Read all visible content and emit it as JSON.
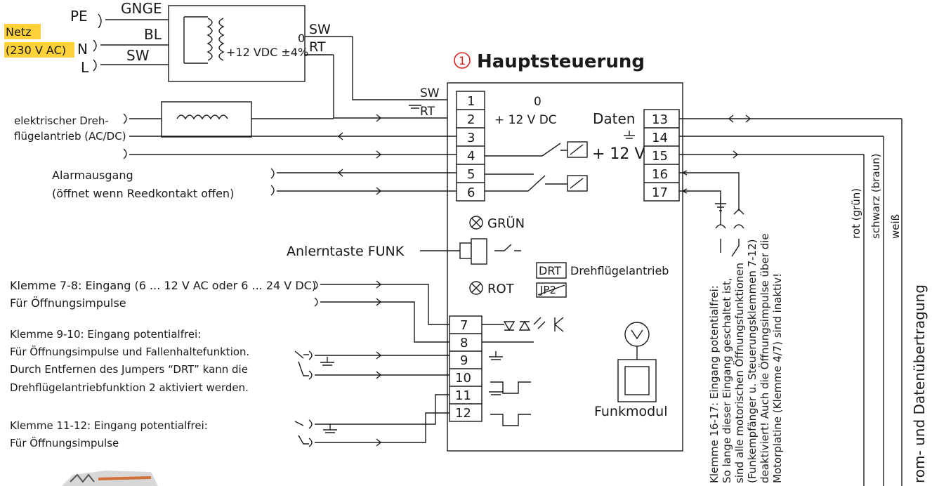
{
  "supply": {
    "pe": "PE",
    "n": "N",
    "l": "L",
    "netz_line1": "Netz",
    "netz_line2": "(230 V AC)",
    "gnge": "GNGE",
    "bl": "BL",
    "sw": "SW",
    "transformer_out": "+12 VDC ±4%",
    "out_zero": "0",
    "out_sw": "SW",
    "out_rt": "RT"
  },
  "main": {
    "number": "1",
    "title": "Hauptsteuerung",
    "in_sw": "SW",
    "in_rt": "RT",
    "zero": "0",
    "plus12": "+ 12 V DC",
    "daten": "Daten",
    "plus12v": "+ 12 V",
    "gruen": "GRÜN",
    "rot": "ROT",
    "drt": "DRT",
    "drt_text": "Drehflügelantrieb",
    "jp2": "JP2",
    "funkmodul": "Funkmodul",
    "anlern": "Anlerntaste FUNK"
  },
  "terminals_left": [
    "1",
    "2",
    "3",
    "4",
    "5",
    "6"
  ],
  "terminals_right": [
    "13",
    "14",
    "15",
    "16",
    "17"
  ],
  "terminals_lower": [
    "7",
    "8",
    "9",
    "10",
    "11",
    "12"
  ],
  "left_labels": {
    "drive_1": "elektrischer Dreh-",
    "drive_2": "flügelantrieb (AC/DC)",
    "alarm_1": "Alarmausgang",
    "alarm_2": "(öffnet wenn Reedkontakt offen)",
    "k78_1": "Klemme 7-8:  Eingang (6 ... 12 V AC oder 6 ... 24 V DC)",
    "k78_2": "Für Öffnungsimpulse",
    "k910_1": "Klemme 9-10:  Eingang potentialfrei:",
    "k910_2": "Für Öffnungsimpulse und Fallenhaltefunktion.",
    "k910_3": "Durch Entfernen des Jumpers “DRT” kann die",
    "k910_4": "Drehflügelantriebfunktion 2 aktiviert werden.",
    "k1112_1": "Klemme 11-12: Eingang potentialfrei:",
    "k1112_2": "Für Öffnungsimpulse"
  },
  "right_vertical": {
    "note": [
      "Klemme 16-17: Eingang potentialfrei:",
      "So lange dieser Eingang geschaltet ist,",
      "sind alle motorischen Öffnungsfunktionen",
      "(Funkempfänger u. Steuerungsklemmen 7-12)",
      "deaktiviert! Auch die Öffnungsimpulse über die",
      "Motorplatine (Klemme 4/7) sind inaktiv!"
    ],
    "wire_red": "rot (grün)",
    "wire_black": "schwarz (braun)",
    "wire_white": "weiß",
    "bus": "rom- und Datenübertragung"
  }
}
